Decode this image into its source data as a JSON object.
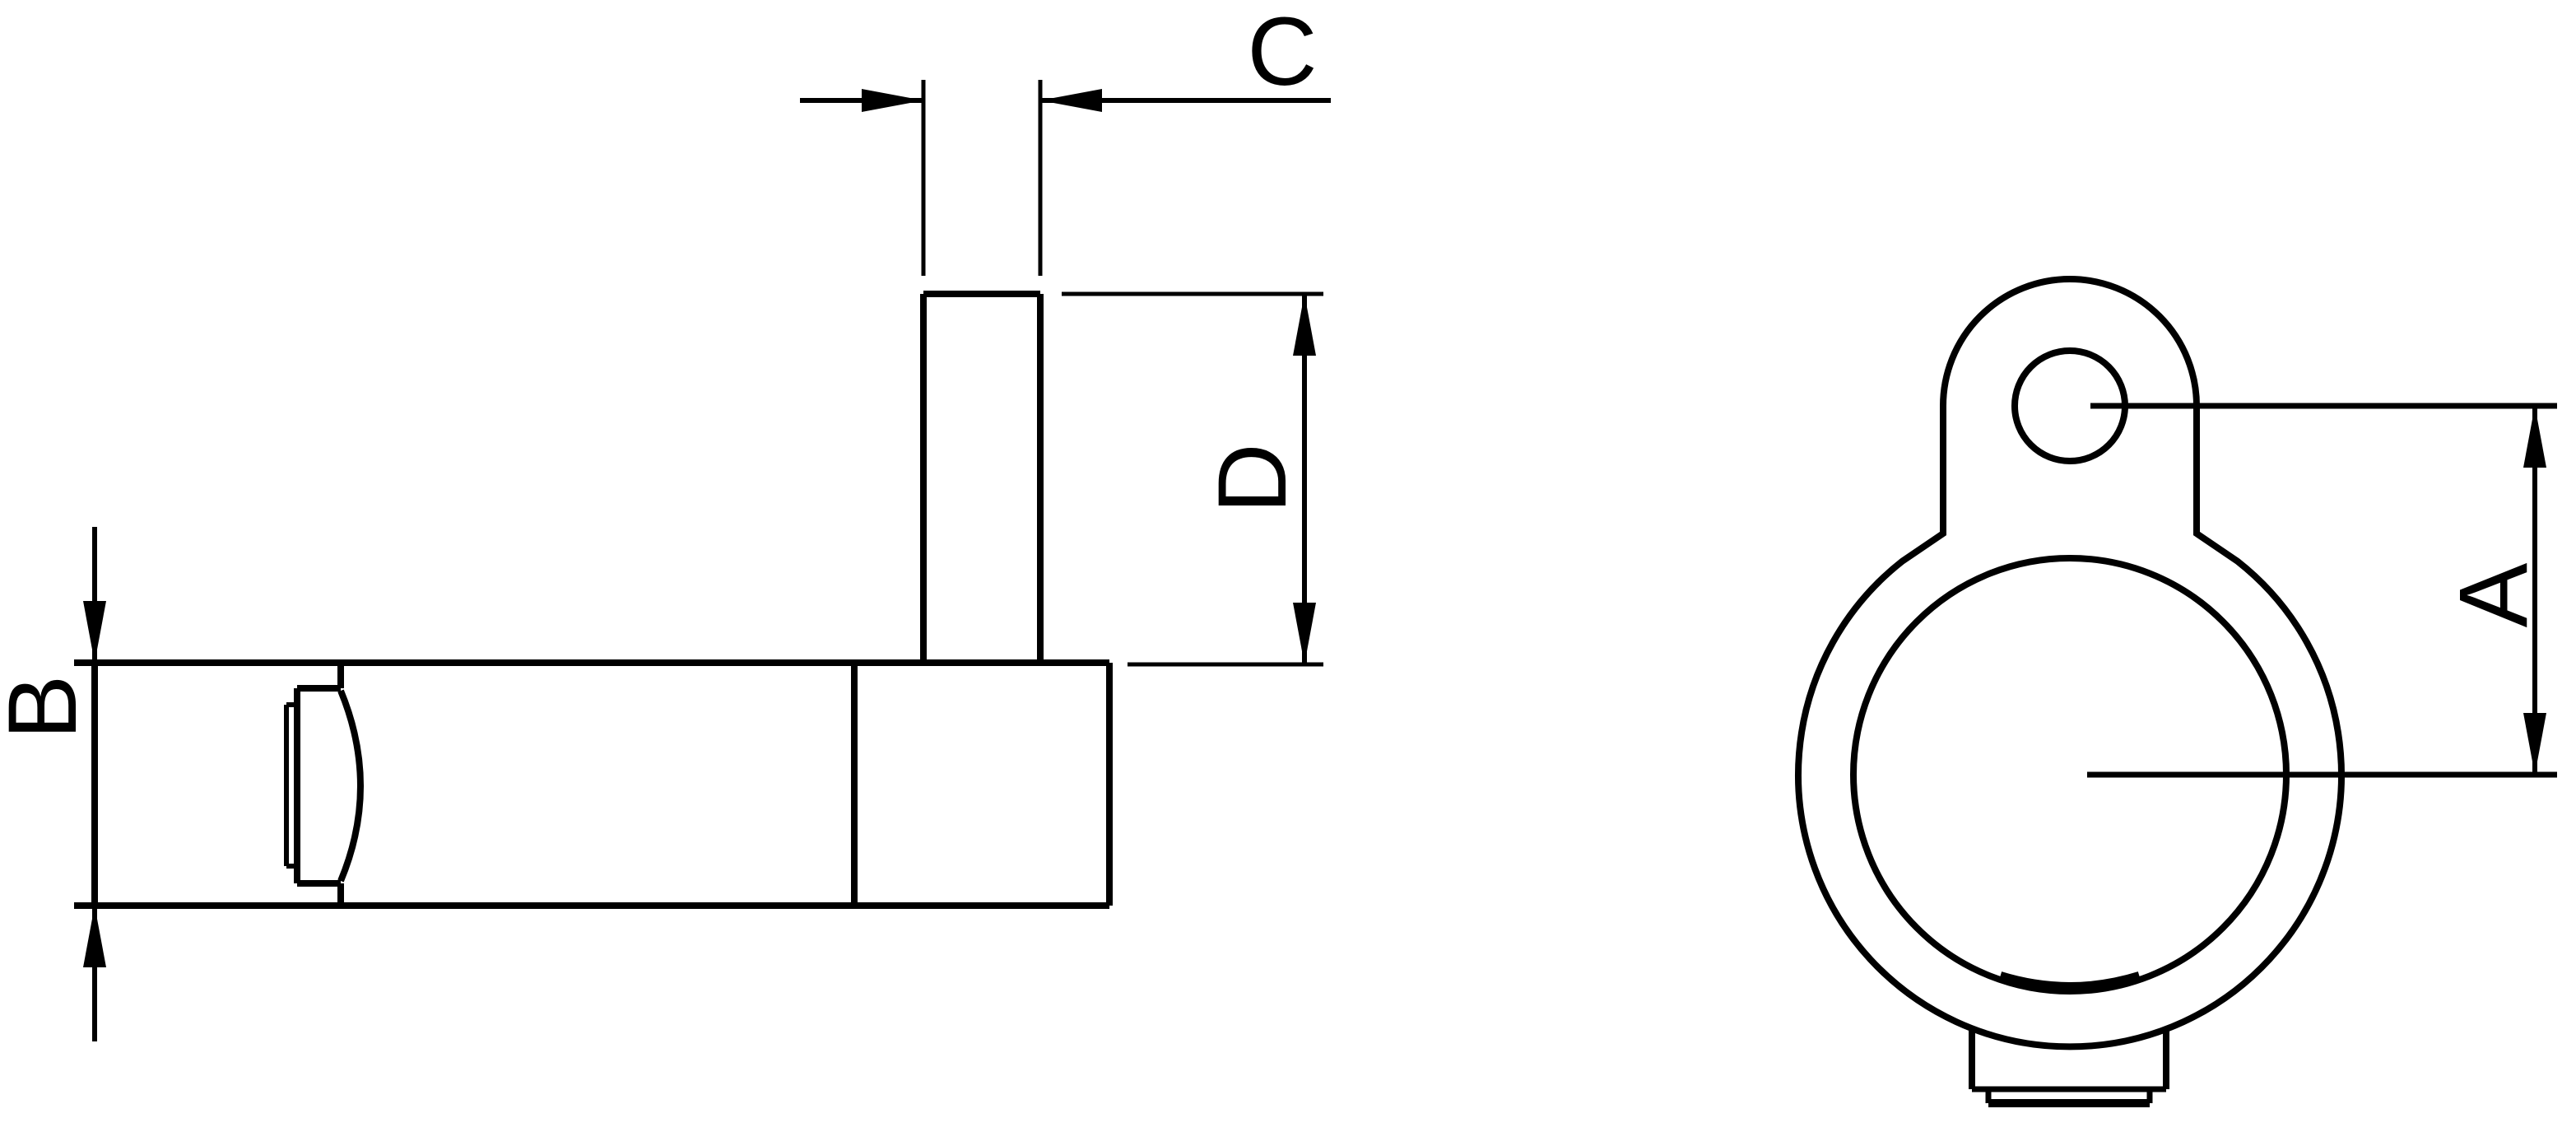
{
  "drawing": {
    "type": "technical-drawing",
    "description": "Two-view engineering line drawing of a tube clamp eye fitting",
    "colors": {
      "background": "#ffffff",
      "line": "#000000"
    },
    "views": {
      "side_view": {
        "name": "side view"
      },
      "front_view": {
        "name": "front view"
      }
    },
    "dimensions": {
      "A": {
        "label": "A"
      },
      "B": {
        "label": "B"
      },
      "C": {
        "label": "C"
      },
      "D": {
        "label": "D"
      }
    }
  }
}
